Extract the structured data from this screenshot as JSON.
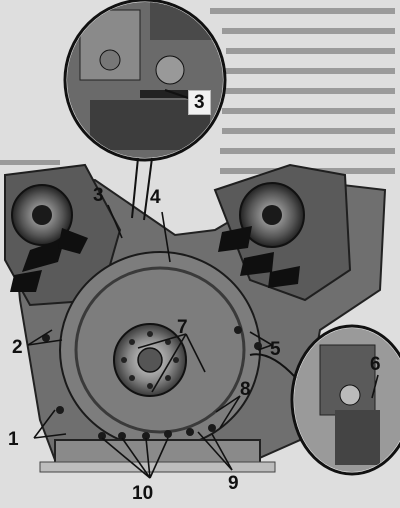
{
  "figure": {
    "callouts": [
      {
        "label": "1"
      },
      {
        "label": "2"
      },
      {
        "label": "3"
      },
      {
        "label": "3"
      },
      {
        "label": "4"
      },
      {
        "label": "5"
      },
      {
        "label": "6"
      },
      {
        "label": "7"
      },
      {
        "label": "8"
      },
      {
        "label": "9"
      },
      {
        "label": "10"
      }
    ]
  }
}
